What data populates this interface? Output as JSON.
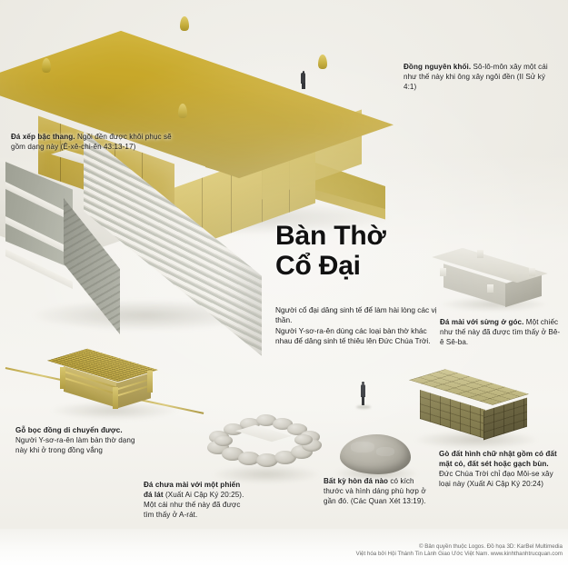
{
  "poster": {
    "title_line1": "Bàn Thờ",
    "title_line2": "Cổ Đại",
    "intro_p1": "Người cổ đại dâng sinh tế để làm hài lòng các vị thần.",
    "intro_p2": "Người Y-sơ-ra-ên dùng các loại bàn thờ khác nhau để dâng sinh tế thiêu lên Đức Chúa Trời."
  },
  "callouts": {
    "stairs": {
      "lead": "Đá xếp bậc thang.",
      "body": " Ngôi đền được khôi phục sẽ gồm dạng này (Ê-xê-chi-ên 43:13-17)"
    },
    "bronze": {
      "lead": "Đồng nguyên khối.",
      "body": " Sô-lô-môn xây một cái như thế này khi ông xây ngôi đền (II Sử ký 4:1)"
    },
    "horned": {
      "lead": "Đá mài với sừng ở góc.",
      "body": " Một chiếc như thế này đã được tìm thấy ở Bê-ê Sê-ba."
    },
    "portable": {
      "lead": "Gỗ bọc đồng di chuyển được.",
      "body": " Người Y-sơ-ra-ên làm bàn thờ dạng này khi ở trong đồng vắng"
    },
    "unhewn": {
      "lead": "Đá chưa mài với một phiến đá lát",
      "body": " (Xuất Ai Cập Ký 20:25). Một cái như thế này đã được tìm thấy ở A-rát."
    },
    "boulder": {
      "lead": "Bất kỳ hòn đá nào",
      "body": " có kích thước và hình dáng phù hợp ở gần đó. (Các Quan Xét 13:19)."
    },
    "mound": {
      "lead": "Gò đất hình chữ nhật gồm có đất mặt cỏ, đất sét hoặc gạch bùn.",
      "body": " Đức Chúa Trời chỉ đạo Môi-se xây loại này (Xuất Ai Cập Ký 20:24)"
    }
  },
  "credits": {
    "line1": "© Bản quyền thuộc Logos. Đồ họa 3D: KarBel Multimedia",
    "line2": "Việt hóa bởi Hội Thánh Tin Lành Giao Ước Việt Nam. www.kinhthanhtrucquan.com"
  },
  "colors": {
    "bronze": "#c7a72a",
    "stone": "#dedcd3",
    "mudbrick": "#bfb781",
    "background": "#eceae3",
    "text": "#1b1b1b"
  }
}
